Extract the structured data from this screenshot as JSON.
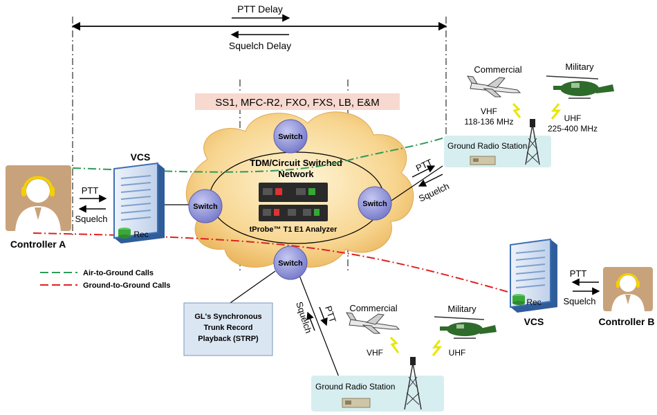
{
  "header": {
    "ptt_delay": "PTT Delay",
    "squelch_delay": "Squelch Delay"
  },
  "protocols": "SS1, MFC-R2, FXO, FXS, LB, E&M",
  "network": {
    "line1": "TDM/Circuit Switched",
    "line2": "Network",
    "analyzer_label": "tProbe™ T1 E1 Analyzer",
    "switch_label": "Switch"
  },
  "controller_a": {
    "name": "Controller A",
    "vcs_label": "VCS",
    "rec_label": "Rec",
    "ptt": "PTT",
    "squelch": "Squelch"
  },
  "controller_b": {
    "name": "Controller B",
    "vcs_label": "VCS",
    "rec_label": "Rec",
    "ptt": "PTT",
    "squelch": "Squelch"
  },
  "station_top": {
    "name": "Ground Radio Station",
    "commercial": "Commercial",
    "military": "Military",
    "vhf": "VHF",
    "vhf_range": "118-136 MHz",
    "uhf": "UHF",
    "uhf_range": "225-400 MHz",
    "ptt": "PTT",
    "squelch": "Squelch"
  },
  "station_bottom": {
    "name": "Ground Radio Station",
    "commercial": "Commercial",
    "military": "Military",
    "vhf": "VHF",
    "uhf": "UHF",
    "ptt": "PTT",
    "squelch": "Squelch"
  },
  "legend": {
    "air_to_ground": "Air-to-Ground Calls",
    "ground_to_ground": "Ground-to-Ground Calls"
  },
  "strp": {
    "line1": "GL's Synchronous",
    "line2": "Trunk Record",
    "line3": "Playback (STRP)"
  },
  "colors": {
    "air_to_ground": "#2e9a5a",
    "ground_to_ground": "#e02020",
    "switch_fill": "#8c8fd6",
    "cloud": "#f2c87a",
    "vcs_blue": "#3d6fb3",
    "station_bg": "#d7eef0"
  }
}
